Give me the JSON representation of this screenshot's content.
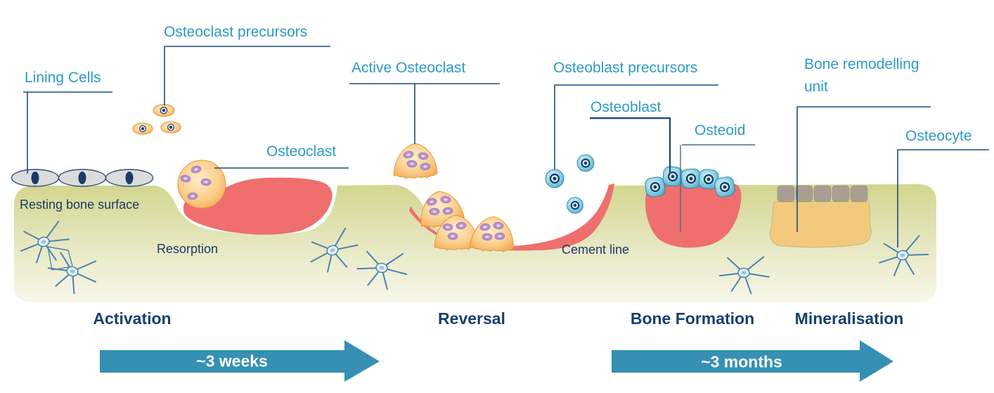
{
  "figure": {
    "subject": "Bone remodelling cycle diagram",
    "cell_labels": {
      "lining_cells": "Lining Cells",
      "osteoclast_precursors": "Osteoclast precursors",
      "osteoclast": "Osteoclast",
      "active_osteoclast": "Active Osteoclast",
      "osteoblast_precursors": "Osteoblast precursors",
      "osteoblast": "Osteoblast",
      "osteoid": "Osteoid",
      "bone_remodelling_unit": "Bone remodelling unit",
      "osteocyte": "Osteocyte"
    },
    "surface_labels": {
      "resting_bone_surface": "Resting bone surface",
      "resorption": "Resorption",
      "cement_line": "Cement line"
    },
    "phases": [
      {
        "label": "Activation"
      },
      {
        "label": "Reversal"
      },
      {
        "label": "Bone Formation"
      },
      {
        "label": "Mineralisation"
      }
    ],
    "timeline": [
      {
        "label": "~3 weeks"
      },
      {
        "label": "~3 months"
      }
    ],
    "colors": {
      "label_blue": "#2e9ac6",
      "navy_text": "#16406e",
      "leader_line": "#1f4e79",
      "arrow_teal": "#3590b4",
      "bone_top": "#d5d792",
      "bone_bottom": "#f6f6e8",
      "resorption_red": "#ee6f6d",
      "osteoclast_orange": "#f5a646",
      "osteoblast_blue": "#5cb6d4",
      "osteoid_tan": "#f3ca7d",
      "mineralised_grey": "#a89f92"
    }
  }
}
